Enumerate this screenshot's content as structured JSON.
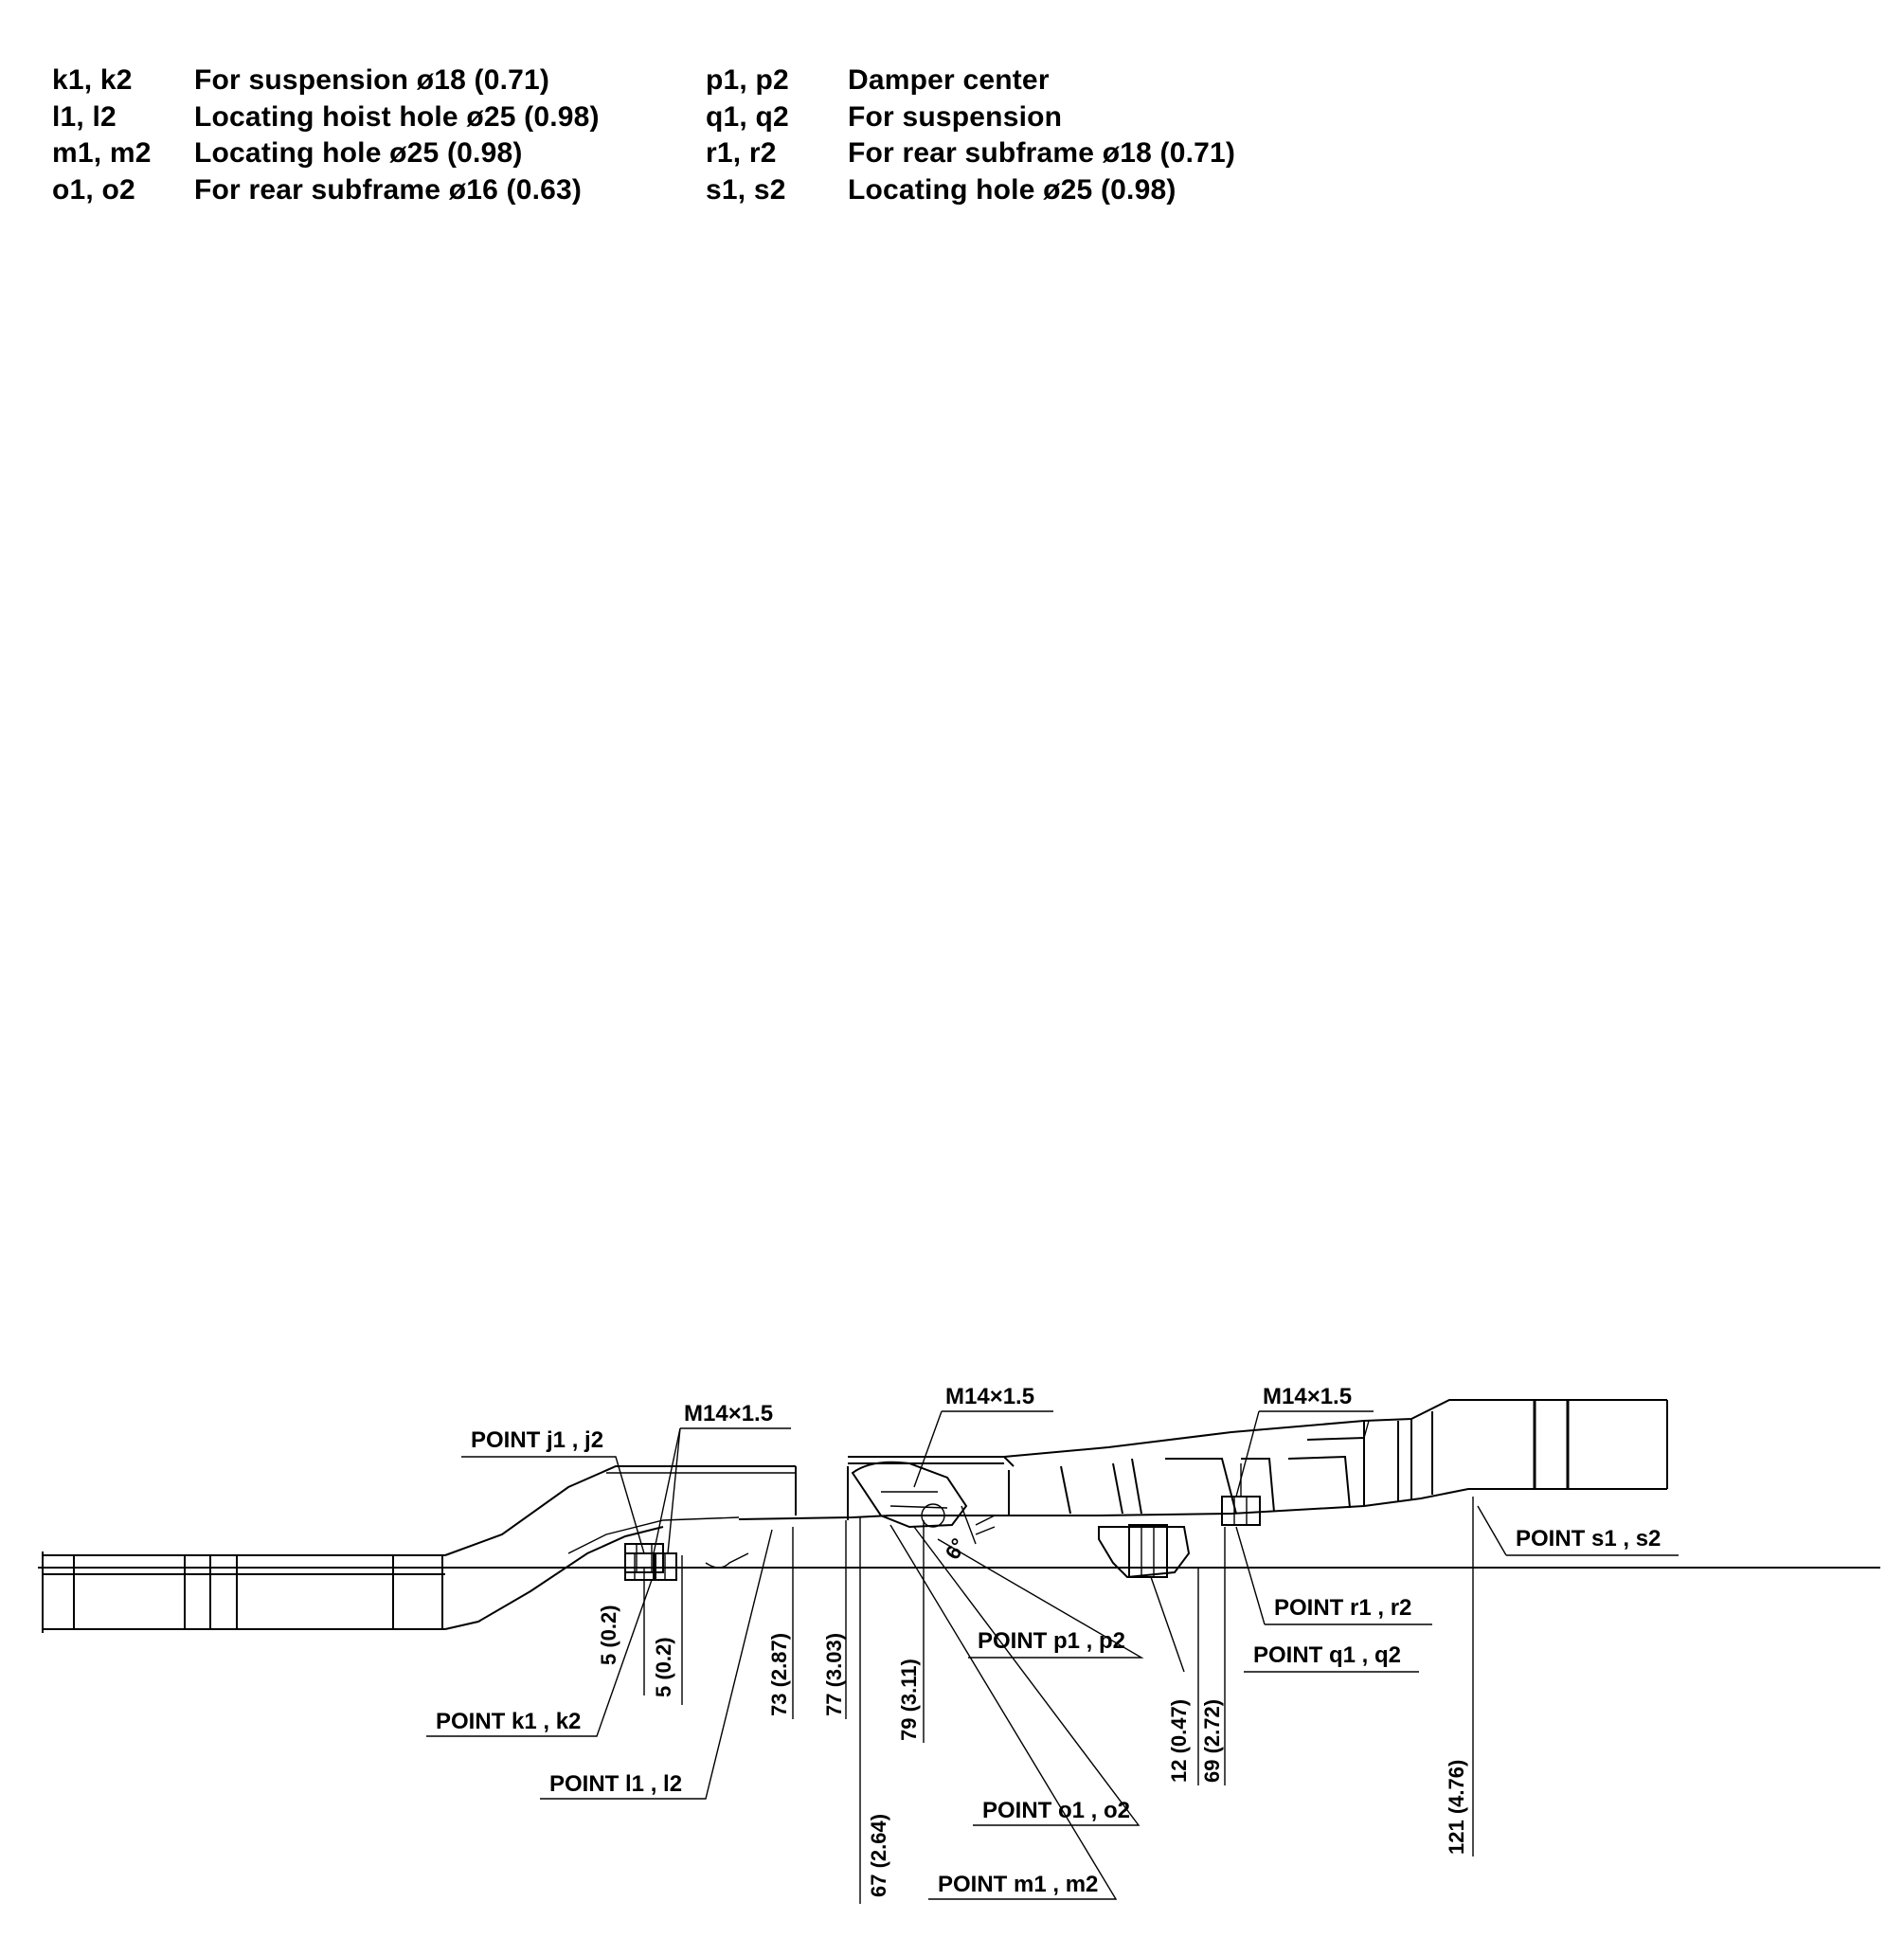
{
  "legend": {
    "left": [
      {
        "code": "k1, k2",
        "desc": "For suspension ø18 (0.71)"
      },
      {
        "code": "l1, l2",
        "desc": "Locating hoist hole ø25 (0.98)"
      },
      {
        "code": "m1, m2",
        "desc": "Locating hole ø25 (0.98)"
      },
      {
        "code": "o1, o2",
        "desc": "For rear subframe ø16 (0.63)"
      }
    ],
    "right": [
      {
        "code": "p1, p2",
        "desc": "Damper center"
      },
      {
        "code": "q1, q2",
        "desc": "For suspension"
      },
      {
        "code": "r1, r2",
        "desc": "For rear subframe ø18 (0.71)"
      },
      {
        "code": "s1, s2",
        "desc": "Locating hole ø25 (0.98)"
      }
    ]
  },
  "diagram": {
    "thread_spec": "M14×1.5",
    "angle": "6°",
    "points": {
      "j": "POINT j1 , j2",
      "k": "POINT k1 , k2",
      "l": "POINT l1 , l2",
      "m": "POINT m1 , m2",
      "o": "POINT o1 , o2",
      "p": "POINT p1 , p2",
      "q": "POINT q1 , q2",
      "r": "POINT r1 , r2",
      "s": "POINT s1 , s2"
    },
    "dimensions": {
      "k_a": "5 (0.2)",
      "k_b": "5 (0.2)",
      "l": "73 (2.87)",
      "o": "77 (3.03)",
      "m": "67 (2.64)",
      "p": "79 (3.11)",
      "q": "12 (0.47)",
      "r": "69 (2.72)",
      "s": "121 (4.76)"
    }
  }
}
